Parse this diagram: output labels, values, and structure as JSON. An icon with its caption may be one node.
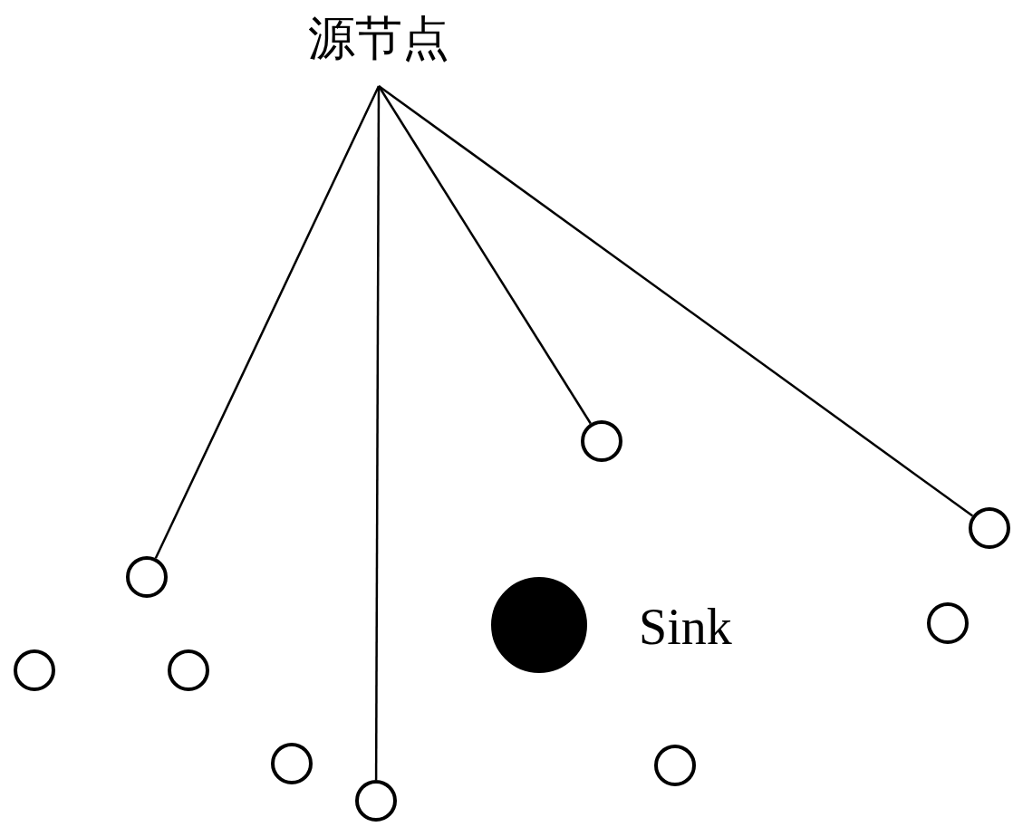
{
  "diagram": {
    "nodes": [
      {
        "text": [
          "源节点"
        ]
      },
      {
        "text": [],
        "shape": "circle"
      },
      {
        "text": [],
        "shape": "circle"
      },
      {
        "text": [],
        "shape": "circle"
      },
      {
        "text": [],
        "shape": "circle"
      },
      {
        "text": [],
        "shape": "circle"
      },
      {
        "text": [],
        "shape": "circle",
        "beside": [
          "Sink"
        ]
      },
      {
        "text": [],
        "shape": "circle"
      },
      {
        "text": [],
        "shape": "circle"
      },
      {
        "text": [],
        "shape": "circle"
      },
      {
        "text": [],
        "shape": "circle"
      }
    ],
    "edges": [
      {
        "from": 0,
        "to": 2,
        "arrow": "none"
      },
      {
        "from": 0,
        "to": 5,
        "arrow": "none"
      },
      {
        "from": 0,
        "to": 7,
        "arrow": "none"
      },
      {
        "from": 0,
        "to": 10,
        "arrow": "none"
      }
    ]
  }
}
